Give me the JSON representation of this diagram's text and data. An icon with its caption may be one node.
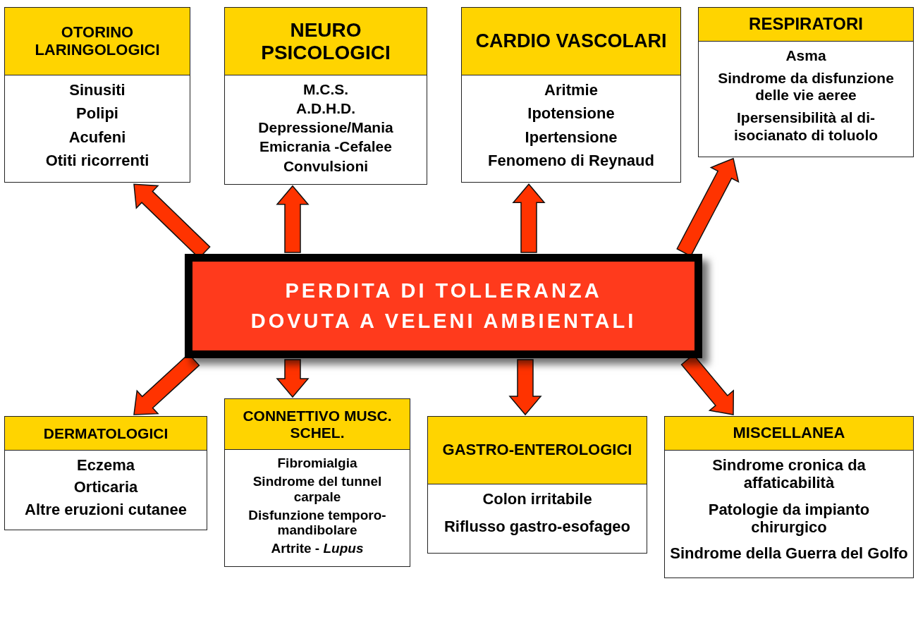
{
  "diagram": {
    "nodes": [
      {
        "text": [
          "OTORINO LARINGOLOGICI",
          "Sinusiti",
          "Polipi",
          "Acufeni",
          "Otiti ricorrenti"
        ]
      },
      {
        "text": [
          "NEURO PSICOLOGICI",
          "M.C.S.",
          "A.D.H.D.",
          "Depressione/Mania",
          "Emicrania -Cefalee",
          "Convulsioni"
        ]
      },
      {
        "text": [
          "CARDIO VASCOLARI",
          "Aritmie",
          "Ipotensione",
          "Ipertensione",
          "Fenomeno di Reynaud"
        ]
      },
      {
        "text": [
          "RESPIRATORI",
          "Asma",
          "Sindrome da disfunzione delle vie aeree",
          "Ipersensibilità al di-isocianato di toluolo"
        ]
      },
      {
        "text": [
          "PERDITA DI TOLLERANZA DOVUTA A VELENI AMBIENTALI"
        ]
      },
      {
        "text": [
          "DERMATOLOGICI",
          "Eczema",
          "Orticaria",
          "Altre eruzioni cutanee"
        ]
      },
      {
        "text": [
          "CONNETTIVO MUSC. SCHEL.",
          "Fibromialgia",
          "Sindrome del tunnel carpale",
          "Disfunzione temporo-mandibolare",
          "Artrite - *Lupus*"
        ]
      },
      {
        "text": [
          "GASTRO-ENTEROLOGICI",
          "Colon irritabile",
          "Riflusso gastro-esofageo"
        ]
      },
      {
        "text": [
          "MISCELLANEA",
          "Sindrome cronica da affaticabilità",
          "Patologie da impianto chirurgico",
          "Sindrome della Guerra del Golfo"
        ]
      }
    ],
    "edges": [
      {
        "from": 4,
        "to": 0,
        "arrow": "to"
      },
      {
        "from": 4,
        "to": 1,
        "arrow": "to"
      },
      {
        "from": 4,
        "to": 2,
        "arrow": "to"
      },
      {
        "from": 4,
        "to": 3,
        "arrow": "to"
      },
      {
        "from": 4,
        "to": 5,
        "arrow": "to"
      },
      {
        "from": 4,
        "to": 6,
        "arrow": "to"
      },
      {
        "from": 4,
        "to": 7,
        "arrow": "to"
      },
      {
        "from": 4,
        "to": 8,
        "arrow": "to"
      }
    ]
  }
}
